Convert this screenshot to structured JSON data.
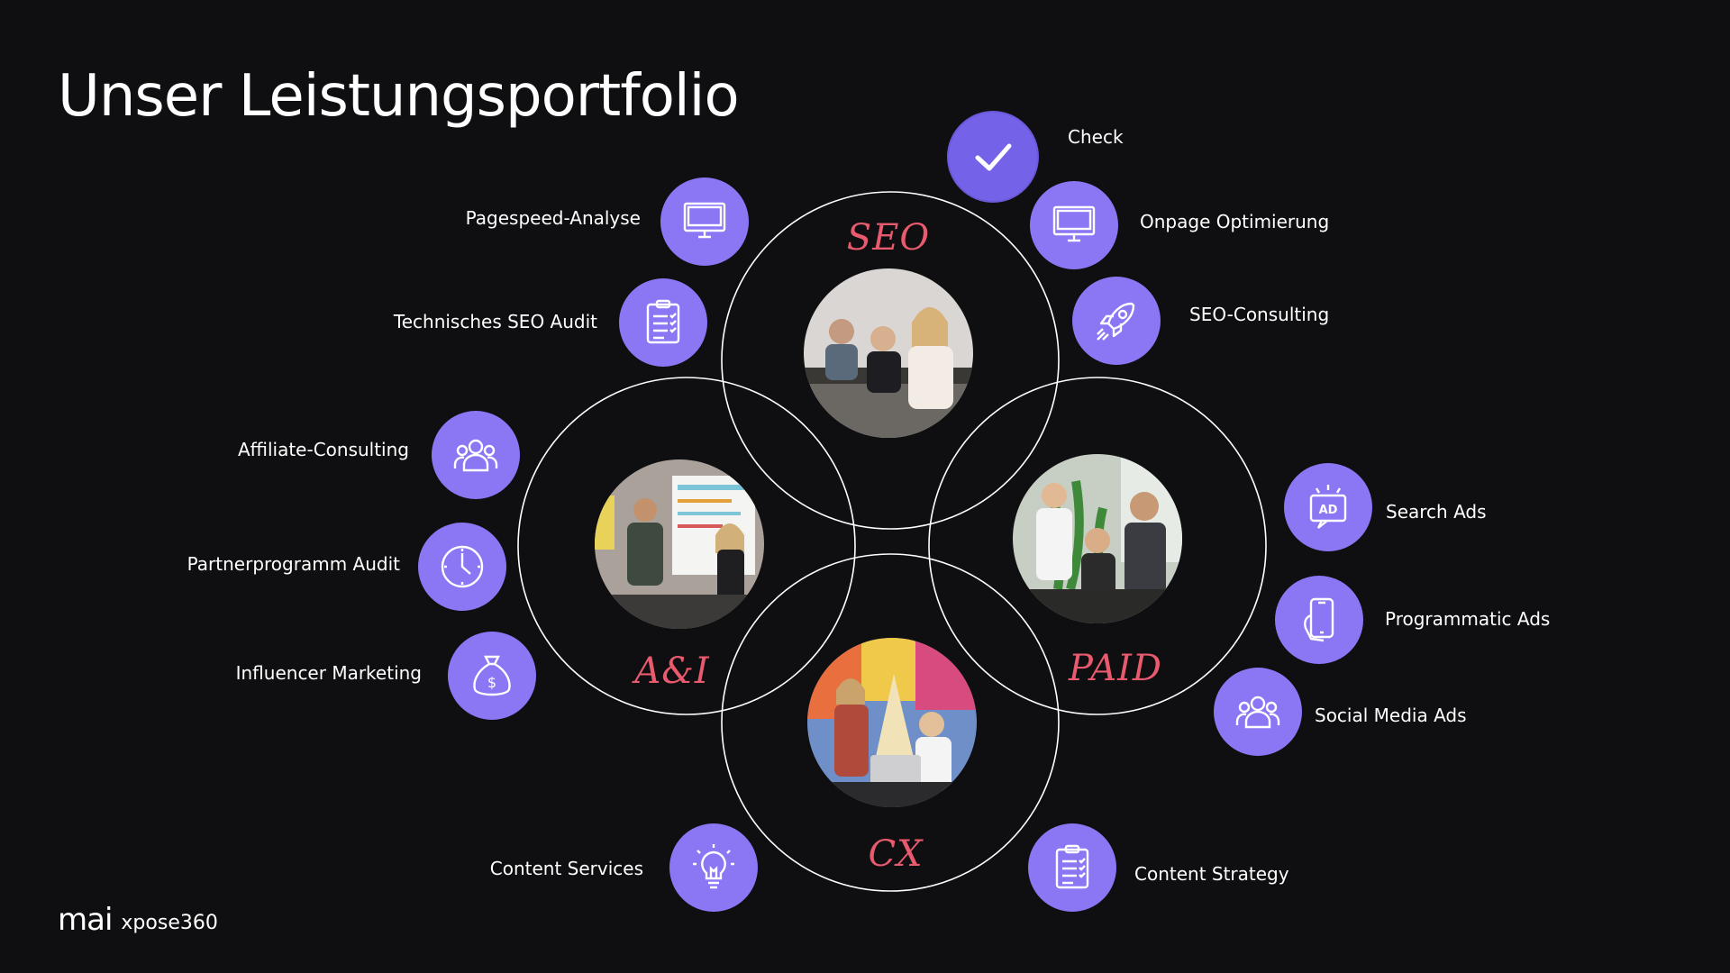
{
  "title": "Unser Leistungsportfolio",
  "segments": {
    "seo": "SEO",
    "ai": "A&I",
    "paid": "PAID",
    "cx": "CX"
  },
  "services": {
    "check": "Check",
    "onpage": "Onpage Optimierung",
    "seo_consulting": "SEO-Consulting",
    "pagespeed": "Pagespeed-Analyse",
    "tech_seo_audit": "Technisches SEO Audit",
    "affiliate_consulting": "Affiliate-Consulting",
    "partner_audit": "Partnerprogramm Audit",
    "influencer": "Influencer Marketing",
    "search_ads": "Search Ads",
    "programmatic_ads": "Programmatic Ads",
    "social_media_ads": "Social Media Ads",
    "content_services": "Content Services",
    "content_strategy": "Content Strategy"
  },
  "icons": {
    "check": "checkmark-icon",
    "onpage": "monitor-icon",
    "seo_consulting": "rocket-icon",
    "pagespeed": "monitor-icon",
    "tech_seo_audit": "clipboard-icon",
    "affiliate_consulting": "people-group-icon",
    "partner_audit": "clock-icon",
    "influencer": "money-bag-icon",
    "search_ads": "ad-icon",
    "programmatic_ads": "phone-hand-icon",
    "social_media_ads": "people-group-icon",
    "content_services": "lightbulb-icon",
    "content_strategy": "clipboard-icon"
  },
  "colors": {
    "background": "#0f0e10",
    "accent_purple": "#8b76f4",
    "segment_red": "#e85a6e",
    "ring": "#ffffff"
  },
  "footer": {
    "logo_mai": "mai",
    "logo_brand": "xpose360"
  }
}
